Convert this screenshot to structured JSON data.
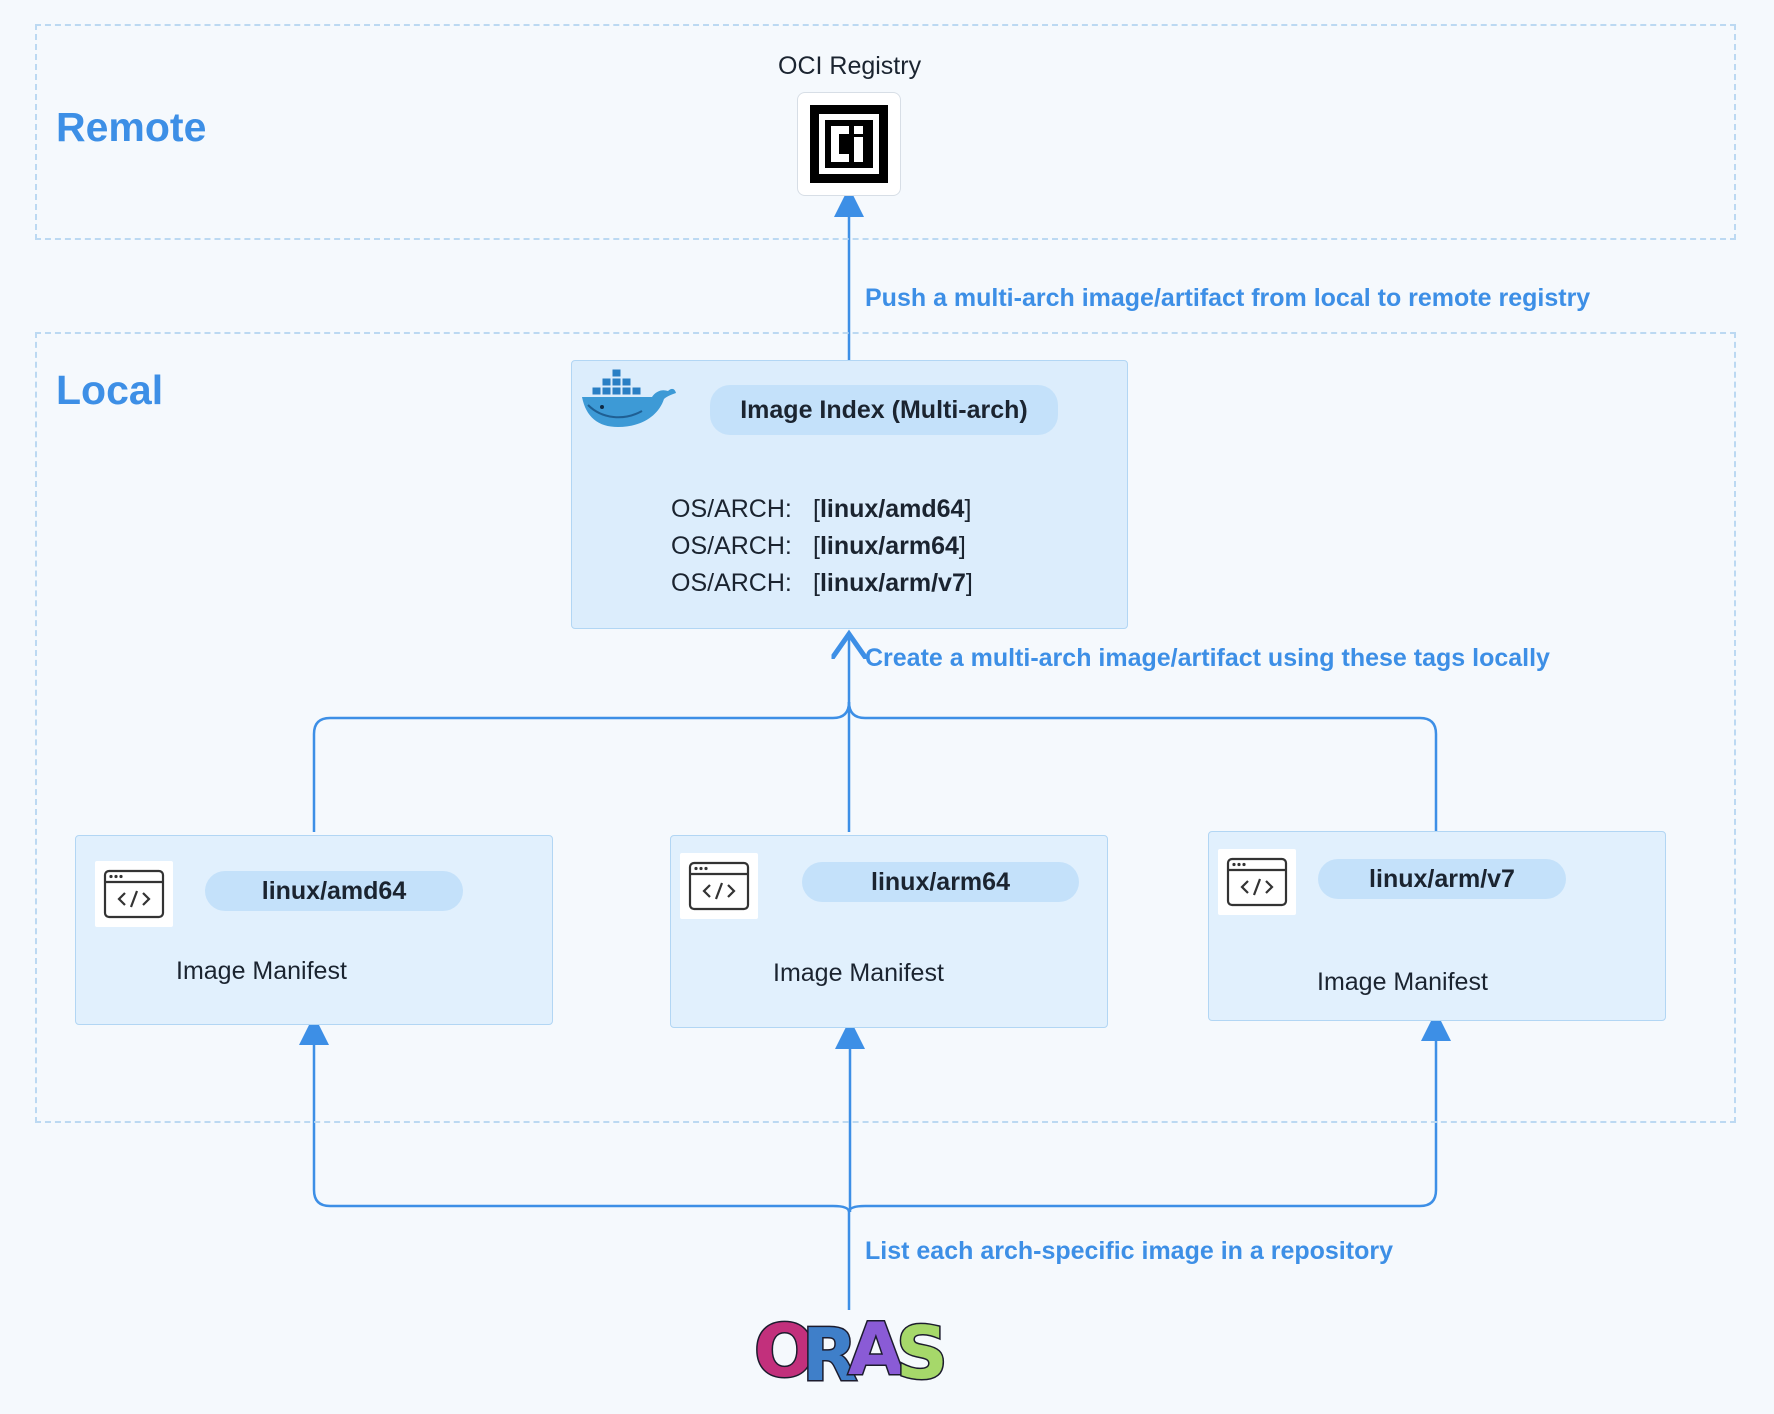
{
  "regions": {
    "remote": {
      "title": "Remote"
    },
    "local": {
      "title": "Local"
    }
  },
  "registry": {
    "label": "OCI Registry",
    "icon": "oci-logo-icon"
  },
  "edges": {
    "push": "Push a multi-arch image/artifact from local to remote registry",
    "create": "Create a multi-arch image/artifact using these tags locally",
    "list": "List each arch-specific image in a repository"
  },
  "index": {
    "title": "Image Index (Multi-arch)",
    "icon": "docker-whale-icon",
    "platforms": [
      {
        "key": "OS/ARCH:",
        "value": "linux/amd64"
      },
      {
        "key": "OS/ARCH:",
        "value": "linux/arm64"
      },
      {
        "key": "OS/ARCH:",
        "value": "linux/arm/v7"
      }
    ]
  },
  "manifests": [
    {
      "tag": "linux/amd64",
      "label": "Image Manifest",
      "icon": "code-window-icon"
    },
    {
      "tag": "linux/arm64",
      "label": "Image Manifest",
      "icon": "code-window-icon"
    },
    {
      "tag": "linux/arm/v7",
      "label": "Image Manifest",
      "icon": "code-window-icon"
    }
  ],
  "tool": {
    "logo_text": "ORAS",
    "letter_colors": [
      "#c2307c",
      "#3f7fc9",
      "#8a5bd6",
      "#a6d86a"
    ]
  },
  "colors": {
    "accent": "#3d8fe6",
    "box_fill": "#e1f0fd",
    "pill_fill": "#c4e1fa",
    "background": "#f5f9fd"
  }
}
